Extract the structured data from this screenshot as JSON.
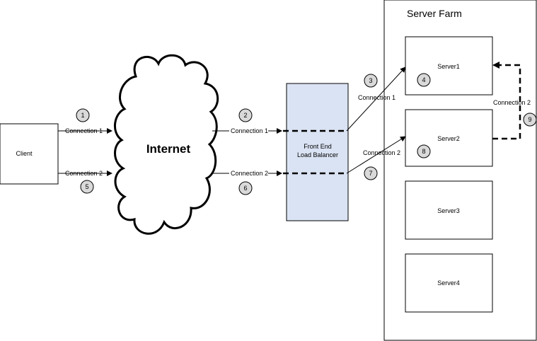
{
  "colors": {
    "line": "#000000",
    "badge_fill": "#d9d9d9",
    "load_balancer_fill": "#dae3f3",
    "box_fill": "#ffffff"
  },
  "client": {
    "label": "Client"
  },
  "internet": {
    "label": "Internet"
  },
  "load_balancer": {
    "line1": "Front End",
    "line2": "Load Balancer"
  },
  "server_farm": {
    "title": "Server Farm",
    "servers": [
      "Server1",
      "Server2",
      "Server3",
      "Server4"
    ]
  },
  "connections": {
    "c1": "Connection 1",
    "c2": "Connection 2"
  },
  "badges": [
    "1",
    "2",
    "3",
    "4",
    "5",
    "6",
    "7",
    "8",
    "9"
  ]
}
